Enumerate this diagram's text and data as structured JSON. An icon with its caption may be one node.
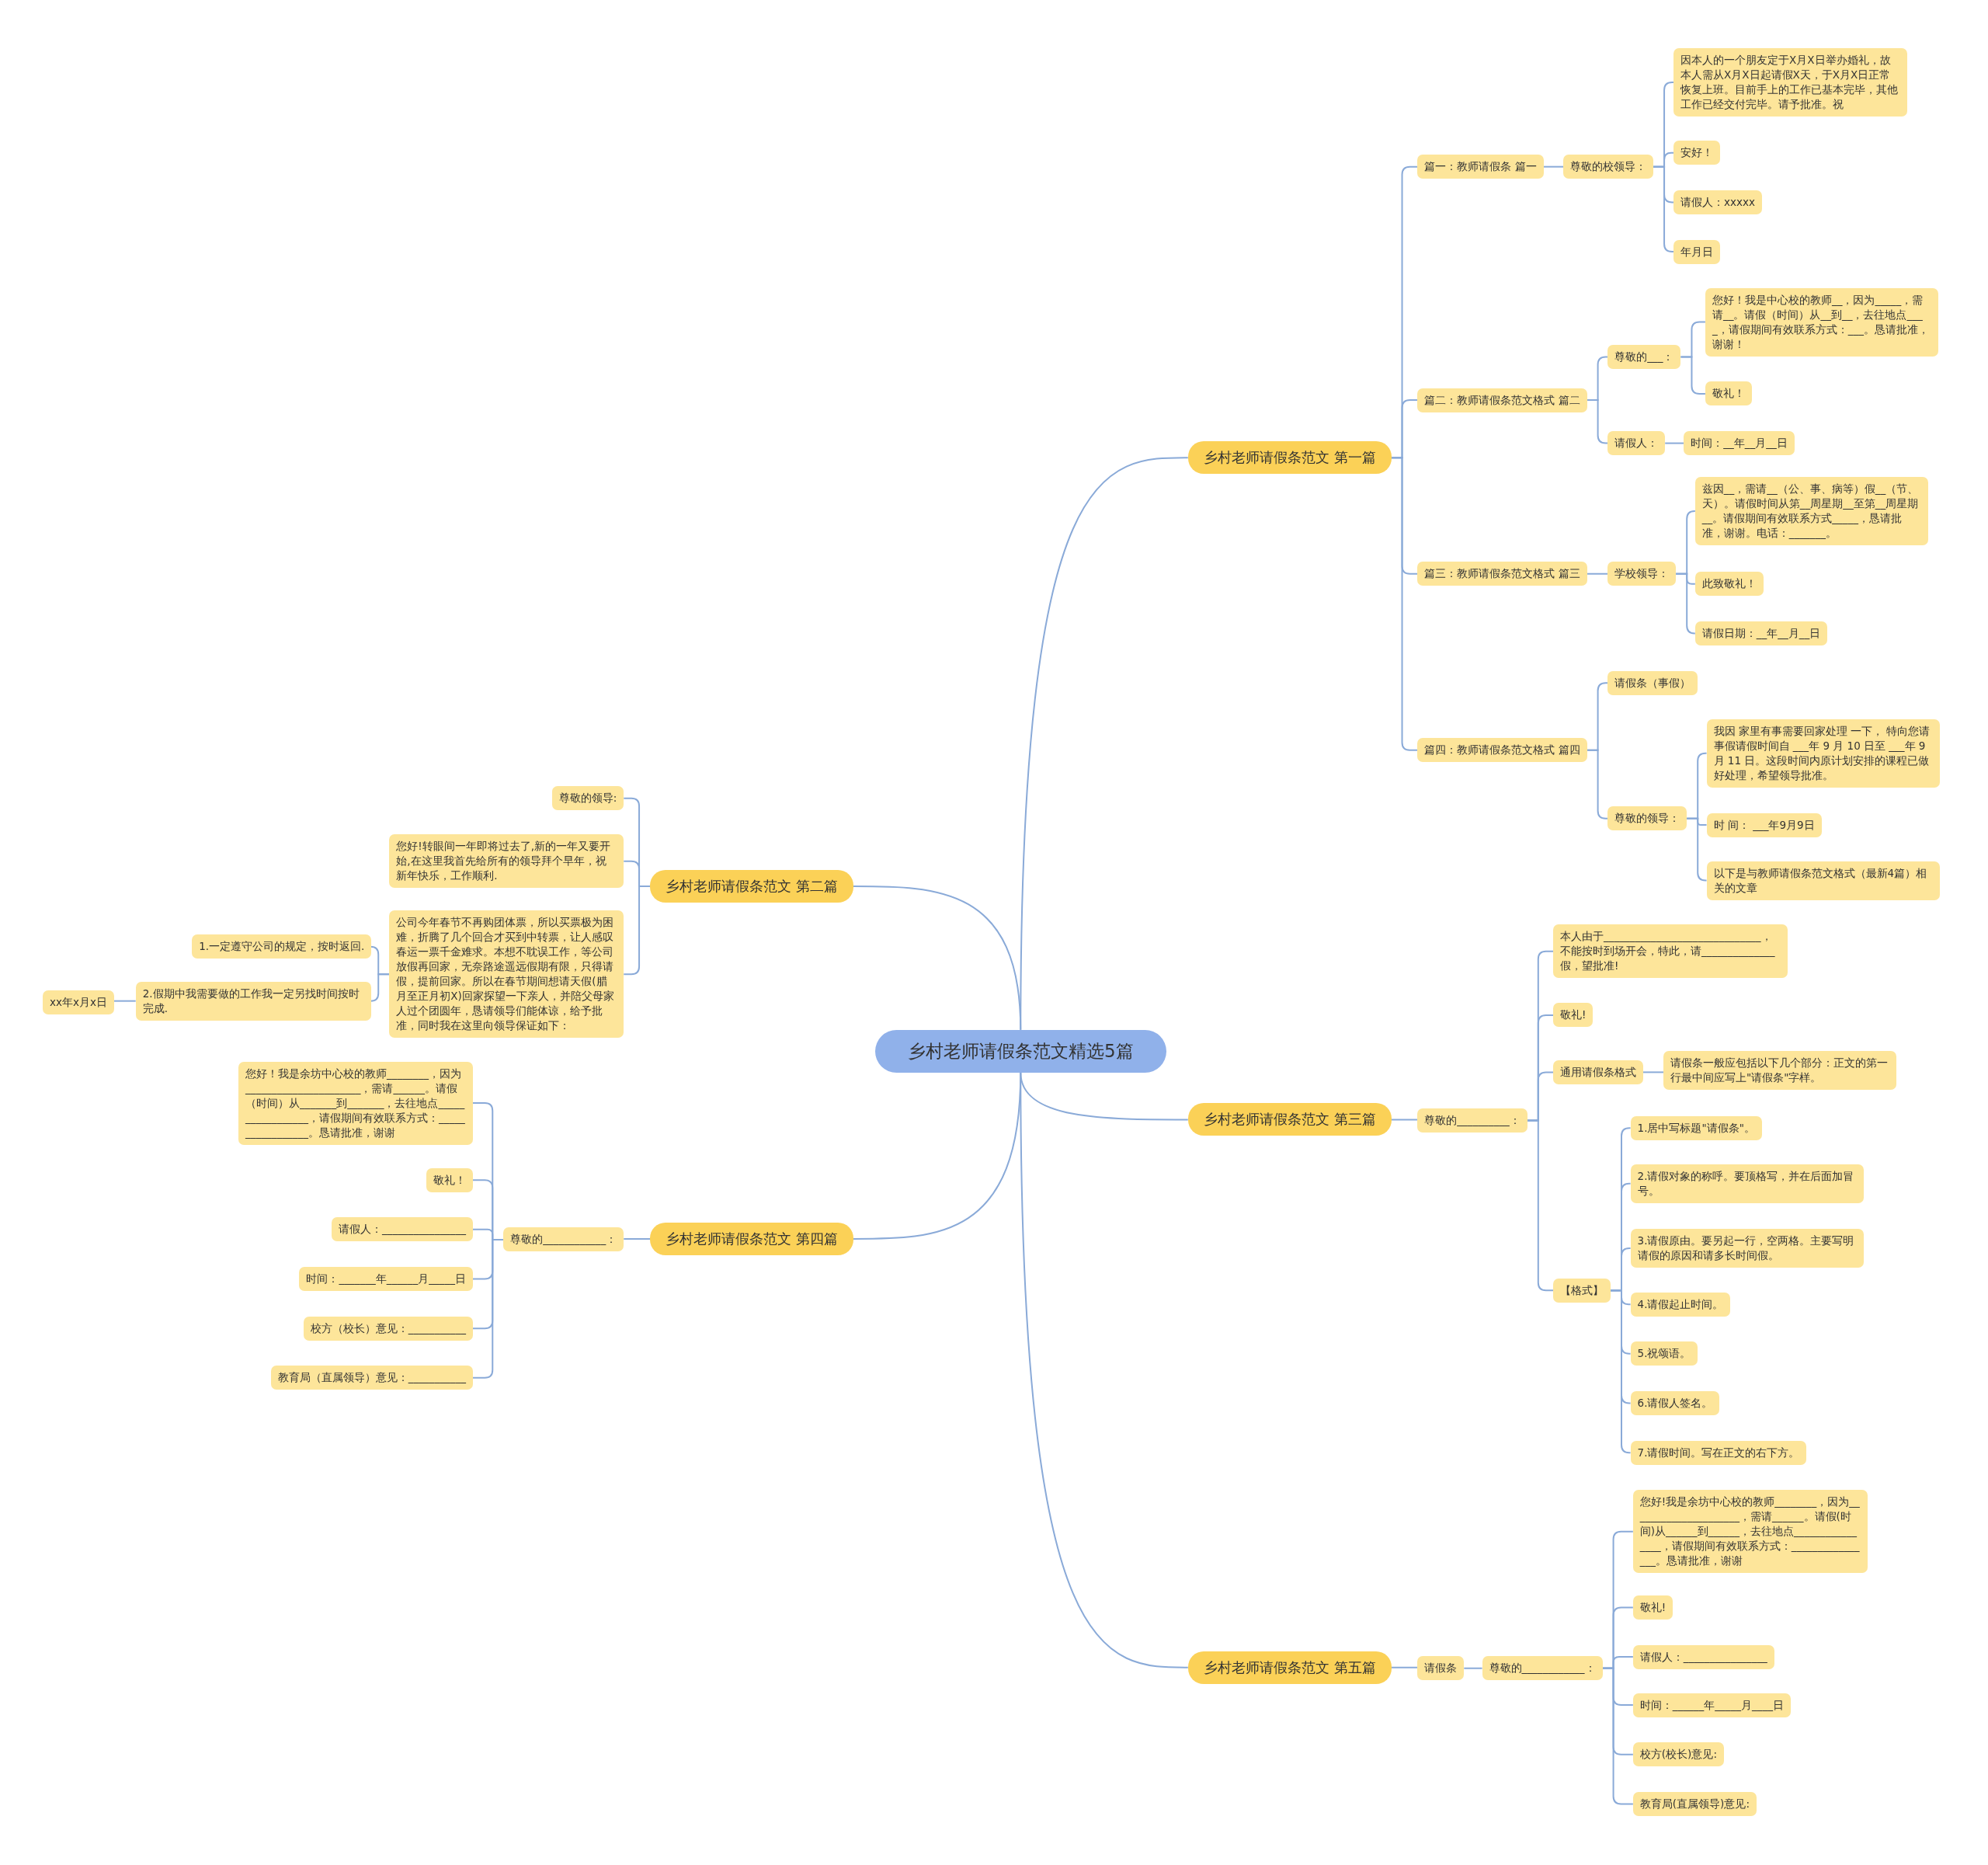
{
  "diagram": {
    "nodes": [
      {
        "text": [
          "乡村老师请假条范文精选5篇"
        ]
      },
      {
        "text": [
          "乡村老师请假条范文 第一篇"
        ]
      },
      {
        "text": [
          "篇一：教师请假条 篇一"
        ]
      },
      {
        "text": [
          "尊敬的校领导："
        ]
      },
      {
        "text": [
          "因本人的一个朋友定于X月X日举办婚礼，故本人需从X月X日起请假X天，于X月X日正常恢复上班。目前手上的工作已基本完毕，其他工作已经交付完毕。请予批准。祝"
        ]
      },
      {
        "text": [
          "安好！"
        ]
      },
      {
        "text": [
          "请假人：xxxxx"
        ]
      },
      {
        "text": [
          "年月日"
        ]
      },
      {
        "text": [
          "篇二：教师请假条范文格式 篇二"
        ]
      },
      {
        "text": [
          "尊敬的___："
        ]
      },
      {
        "text": [
          "您好！我是中心校的教师__，因为_____，需请__。请假（时间）从__到__，去往地点____，请假期间有效联系方式：___。恳请批准，谢谢！"
        ]
      },
      {
        "text": [
          "敬礼！"
        ]
      },
      {
        "text": [
          "请假人："
        ]
      },
      {
        "text": [
          "时间：__年__月__日"
        ]
      },
      {
        "text": [
          "篇三：教师请假条范文格式 篇三"
        ]
      },
      {
        "text": [
          "学校领导："
        ]
      },
      {
        "text": [
          "兹因__，需请__（公、事、病等）假__（节、天）。请假时间从第__周星期__至第__周星期__。请假期间有效联系方式_____，恳请批准，谢谢。电话：_______。"
        ]
      },
      {
        "text": [
          "此致敬礼！"
        ]
      },
      {
        "text": [
          "请假日期：__年__月__日"
        ]
      },
      {
        "text": [
          "篇四：教师请假条范文格式 篇四"
        ]
      },
      {
        "text": [
          "请假条（事假）"
        ]
      },
      {
        "text": [
          "尊敬的领导："
        ]
      },
      {
        "text": [
          "我因 家里有事需要回家处理 一下， 特向您请事假请假时间自 ___年 9 月 10 日至 ___年 9 月 11 日。这段时间内原计划安排的课程已做好处理，希望领导批准。"
        ]
      },
      {
        "text": [
          "时 间： ___年9月9日"
        ]
      },
      {
        "text": [
          "以下是与教师请假条范文格式（最新4篇）相关的文章"
        ]
      },
      {
        "text": [
          "乡村老师请假条范文 第二篇"
        ]
      },
      {
        "text": [
          "尊敬的领导:"
        ]
      },
      {
        "text": [
          "您好!转眼间一年即将过去了,新的一年又要开始,在这里我首先给所有的领导拜个早年，祝新年快乐，工作顺利."
        ]
      },
      {
        "text": [
          "公司今年春节不再购团体票，所以买票极为困难，折腾了几个回合才买到中转票，让人感叹春运一票千金难求。本想不耽误工作，等公司放假再回家，无奈路途遥远假期有限，只得请假，提前回家。所以在春节期间想请天假(腊月至正月初X)回家探望一下亲人，并陪父母家人过个团圆年，恳请领导们能体谅，给予批准，同时我在这里向领导保证如下："
        ]
      },
      {
        "text": [
          "1.一定遵守公司的规定，按时返回."
        ]
      },
      {
        "text": [
          "2.假期中我需要做的工作我一定另找时间按时完成."
        ]
      },
      {
        "text": [
          "xx年x月x日"
        ]
      },
      {
        "text": [
          "乡村老师请假条范文 第三篇"
        ]
      },
      {
        "text": [
          "尊敬的__________："
        ]
      },
      {
        "text": [
          "本人由于______________________________，不能按时到场开会，特此，请______________假，望批准!"
        ]
      },
      {
        "text": [
          "敬礼!"
        ]
      },
      {
        "text": [
          "通用请假条格式"
        ]
      },
      {
        "text": [
          "请假条一般应包括以下几个部分：正文的第一行最中间应写上\"请假条\"字样。"
        ]
      },
      {
        "text": [
          "【格式】"
        ]
      },
      {
        "text": [
          "1.居中写标题\"请假条\"。"
        ]
      },
      {
        "text": [
          "2.请假对象的称呼。要顶格写，并在后面加冒号。"
        ]
      },
      {
        "text": [
          "3.请假原由。要另起一行，空两格。主要写明请假的原因和请多长时间假。"
        ]
      },
      {
        "text": [
          "4.请假起止时间。"
        ]
      },
      {
        "text": [
          "5.祝颂语。"
        ]
      },
      {
        "text": [
          "6.请假人签名。"
        ]
      },
      {
        "text": [
          "7.请假时间。写在正文的右下方。"
        ]
      },
      {
        "text": [
          "乡村老师请假条范文 第四篇"
        ]
      },
      {
        "text": [
          "尊敬的____________："
        ]
      },
      {
        "text": [
          "您好！我是余坊中心校的教师________，因为______________________，需请______。请假（时间）从_______到_______，去往地点_________________，请假期间有效联系方式：_________________。恳请批准，谢谢"
        ]
      },
      {
        "text": [
          "敬礼！"
        ]
      },
      {
        "text": [
          "请假人：________________"
        ]
      },
      {
        "text": [
          "时间：_______年______月_____日"
        ]
      },
      {
        "text": [
          "校方（校长）意见：___________"
        ]
      },
      {
        "text": [
          "教育局（直属领导）意见：___________"
        ]
      },
      {
        "text": [
          "乡村老师请假条范文 第五篇"
        ]
      },
      {
        "text": [
          "请假条"
        ]
      },
      {
        "text": [
          "尊敬的____________："
        ]
      },
      {
        "text": [
          "您好!我是余坊中心校的教师________，因为_____________________，需请______。请假(时间)从______到______，去往地点________________，请假期间有效联系方式：________________。恳请批准，谢谢"
        ]
      },
      {
        "text": [
          "敬礼!"
        ]
      },
      {
        "text": [
          "请假人：________________"
        ]
      },
      {
        "text": [
          "时间：______年_____月____日"
        ]
      },
      {
        "text": [
          "校方(校长)意见:"
        ]
      },
      {
        "text": [
          "教育局(直属领导)意见:"
        ]
      }
    ],
    "edges": [
      {
        "from": 0,
        "to": 1,
        "arrow": "none"
      },
      {
        "from": 0,
        "to": 25,
        "arrow": "none"
      },
      {
        "from": 0,
        "to": 32,
        "arrow": "none"
      },
      {
        "from": 0,
        "to": 46,
        "arrow": "none"
      },
      {
        "from": 0,
        "to": 54,
        "arrow": "none"
      },
      {
        "from": 1,
        "to": 2,
        "arrow": "none"
      },
      {
        "from": 1,
        "to": 8,
        "arrow": "none"
      },
      {
        "from": 1,
        "to": 14,
        "arrow": "none"
      },
      {
        "from": 1,
        "to": 19,
        "arrow": "none"
      },
      {
        "from": 2,
        "to": 3,
        "arrow": "none"
      },
      {
        "from": 3,
        "to": 4,
        "arrow": "none"
      },
      {
        "from": 3,
        "to": 5,
        "arrow": "none"
      },
      {
        "from": 3,
        "to": 6,
        "arrow": "none"
      },
      {
        "from": 3,
        "to": 7,
        "arrow": "none"
      },
      {
        "from": 8,
        "to": 9,
        "arrow": "none"
      },
      {
        "from": 8,
        "to": 12,
        "arrow": "none"
      },
      {
        "from": 9,
        "to": 10,
        "arrow": "none"
      },
      {
        "from": 9,
        "to": 11,
        "arrow": "none"
      },
      {
        "from": 12,
        "to": 13,
        "arrow": "none"
      },
      {
        "from": 14,
        "to": 15,
        "arrow": "none"
      },
      {
        "from": 15,
        "to": 16,
        "arrow": "none"
      },
      {
        "from": 15,
        "to": 17,
        "arrow": "none"
      },
      {
        "from": 15,
        "to": 18,
        "arrow": "none"
      },
      {
        "from": 19,
        "to": 20,
        "arrow": "none"
      },
      {
        "from": 19,
        "to": 21,
        "arrow": "none"
      },
      {
        "from": 21,
        "to": 22,
        "arrow": "none"
      },
      {
        "from": 21,
        "to": 23,
        "arrow": "none"
      },
      {
        "from": 21,
        "to": 24,
        "arrow": "none"
      },
      {
        "from": 25,
        "to": 26,
        "arrow": "none"
      },
      {
        "from": 25,
        "to": 27,
        "arrow": "none"
      },
      {
        "from": 25,
        "to": 28,
        "arrow": "none"
      },
      {
        "from": 28,
        "to": 29,
        "arrow": "none"
      },
      {
        "from": 28,
        "to": 30,
        "arrow": "none"
      },
      {
        "from": 30,
        "to": 31,
        "arrow": "none"
      },
      {
        "from": 32,
        "to": 33,
        "arrow": "none"
      },
      {
        "from": 33,
        "to": 34,
        "arrow": "none"
      },
      {
        "from": 33,
        "to": 35,
        "arrow": "none"
      },
      {
        "from": 33,
        "to": 36,
        "arrow": "none"
      },
      {
        "from": 33,
        "to": 38,
        "arrow": "none"
      },
      {
        "from": 36,
        "to": 37,
        "arrow": "none"
      },
      {
        "from": 38,
        "to": 39,
        "arrow": "none"
      },
      {
        "from": 38,
        "to": 40,
        "arrow": "none"
      },
      {
        "from": 38,
        "to": 41,
        "arrow": "none"
      },
      {
        "from": 38,
        "to": 42,
        "arrow": "none"
      },
      {
        "from": 38,
        "to": 43,
        "arrow": "none"
      },
      {
        "from": 38,
        "to": 44,
        "arrow": "none"
      },
      {
        "from": 38,
        "to": 45,
        "arrow": "none"
      },
      {
        "from": 46,
        "to": 47,
        "arrow": "none"
      },
      {
        "from": 47,
        "to": 48,
        "arrow": "none"
      },
      {
        "from": 47,
        "to": 49,
        "arrow": "none"
      },
      {
        "from": 47,
        "to": 50,
        "arrow": "none"
      },
      {
        "from": 47,
        "to": 51,
        "arrow": "none"
      },
      {
        "from": 47,
        "to": 52,
        "arrow": "none"
      },
      {
        "from": 47,
        "to": 53,
        "arrow": "none"
      },
      {
        "from": 54,
        "to": 55,
        "arrow": "none"
      },
      {
        "from": 55,
        "to": 56,
        "arrow": "none"
      },
      {
        "from": 56,
        "to": 57,
        "arrow": "none"
      },
      {
        "from": 56,
        "to": 58,
        "arrow": "none"
      },
      {
        "from": 56,
        "to": 59,
        "arrow": "none"
      },
      {
        "from": 56,
        "to": 60,
        "arrow": "none"
      },
      {
        "from": 56,
        "to": 61,
        "arrow": "none"
      },
      {
        "from": 56,
        "to": 62,
        "arrow": "none"
      }
    ]
  }
}
